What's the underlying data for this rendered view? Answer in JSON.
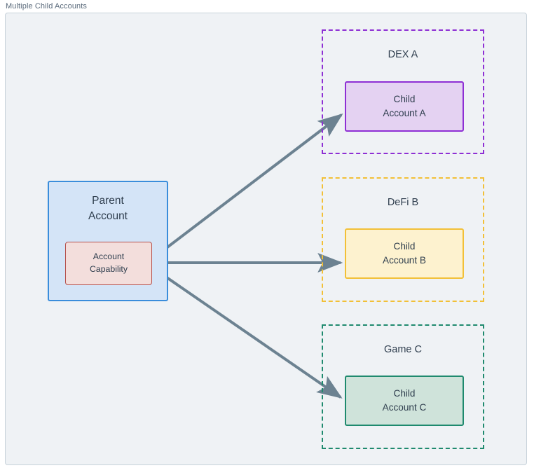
{
  "diagram": {
    "title": "Multiple Child Accounts",
    "background": "#eff2f5",
    "frame_border": "#c7d2da",
    "edge_color": "#6c8291"
  },
  "parent": {
    "label": "Parent\nAccount",
    "fill": "#d4e4f7",
    "stroke": "#3a8ddb",
    "capability": {
      "label": "Account\nCapability",
      "fill": "#f3dedc",
      "stroke": "#b5504c"
    }
  },
  "groups": [
    {
      "id": "dex-a",
      "title": "DEX A",
      "stroke": "#8e2fd4",
      "child": {
        "label": "Child\nAccount A",
        "fill": "#e4d2f2",
        "stroke": "#8e2fd4"
      }
    },
    {
      "id": "defi-b",
      "title": "DeFi B",
      "stroke": "#f2c037",
      "child": {
        "label": "Child\nAccount B",
        "fill": "#fdf2cf",
        "stroke": "#f2c037"
      }
    },
    {
      "id": "game-c",
      "title": "Game C",
      "stroke": "#1f8a6e",
      "child": {
        "label": "Child\nAccount C",
        "fill": "#cfe3da",
        "stroke": "#1f8a6e"
      }
    }
  ],
  "edges": [
    {
      "from": "account-capability",
      "to": "child-account-a",
      "style": "solid-arrow"
    },
    {
      "from": "account-capability",
      "to": "child-account-b",
      "style": "solid-arrow"
    },
    {
      "from": "account-capability",
      "to": "child-account-c",
      "style": "solid-arrow"
    }
  ]
}
